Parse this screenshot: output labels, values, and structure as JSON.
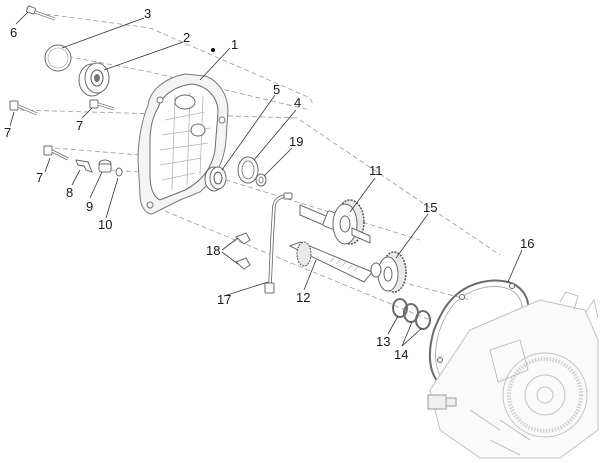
{
  "callouts": [
    {
      "id": "c1",
      "label": "1"
    },
    {
      "id": "c2",
      "label": "2"
    },
    {
      "id": "c3",
      "label": "3"
    },
    {
      "id": "c4",
      "label": "4"
    },
    {
      "id": "c5",
      "label": "5"
    },
    {
      "id": "c6",
      "label": "6"
    },
    {
      "id": "c7a",
      "label": "7"
    },
    {
      "id": "c7b",
      "label": "7"
    },
    {
      "id": "c7c",
      "label": "7"
    },
    {
      "id": "c8",
      "label": "8"
    },
    {
      "id": "c9",
      "label": "9"
    },
    {
      "id": "c10",
      "label": "10"
    },
    {
      "id": "c11",
      "label": "11"
    },
    {
      "id": "c12",
      "label": "12"
    },
    {
      "id": "c13",
      "label": "13"
    },
    {
      "id": "c14",
      "label": "14"
    },
    {
      "id": "c15",
      "label": "15"
    },
    {
      "id": "c16",
      "label": "16"
    },
    {
      "id": "c17",
      "label": "17"
    },
    {
      "id": "c18",
      "label": "18"
    },
    {
      "id": "c19",
      "label": "19"
    }
  ],
  "icons": {
    "cover": "transmission-cover-icon",
    "bearing": "ball-bearing-icon",
    "gear": "gear-icon",
    "shaft": "shaft-icon",
    "bolt": "bolt-icon",
    "gasket": "gasket-icon",
    "engine": "engine-block-icon"
  }
}
